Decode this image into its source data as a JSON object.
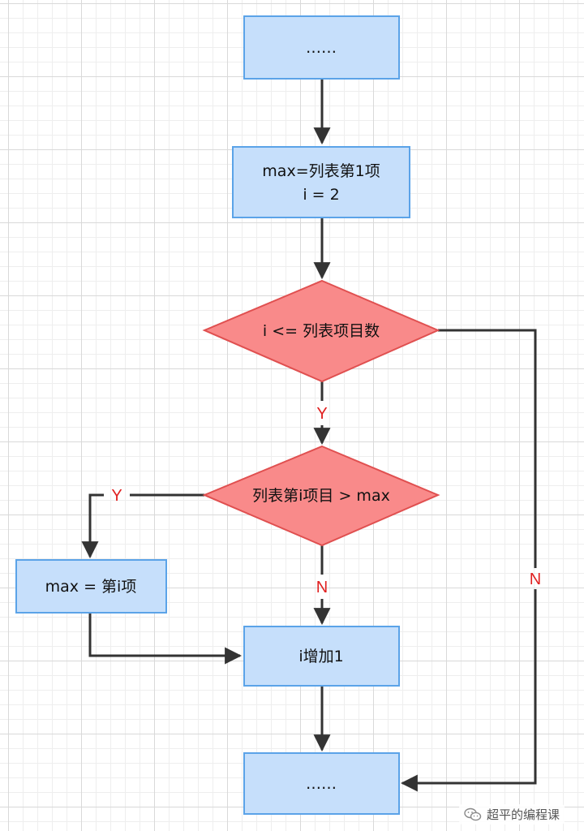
{
  "diagram": {
    "colors": {
      "process_fill": "#c6dffb",
      "process_stroke": "#5ba3e8",
      "decision_fill": "#f98a8a",
      "decision_stroke": "#e05050",
      "line": "#333333",
      "edge_label": "#e02020"
    },
    "nodes": {
      "start": {
        "text": "……"
      },
      "init": {
        "line1": "max=列表第1项",
        "line2": "i = 2"
      },
      "cond_loop": {
        "text": "i <= 列表项目数"
      },
      "cond_compare": {
        "text": "列表第i项目 > max"
      },
      "assign": {
        "text": "max = 第i项"
      },
      "increment": {
        "text": "i增加1"
      },
      "end": {
        "text": "……"
      }
    },
    "edge_labels": {
      "loop_yes": "Y",
      "loop_no": "N",
      "compare_yes": "Y",
      "compare_no": "N"
    }
  },
  "watermark": {
    "icon": "wechat-icon",
    "text": "超平的编程课"
  }
}
